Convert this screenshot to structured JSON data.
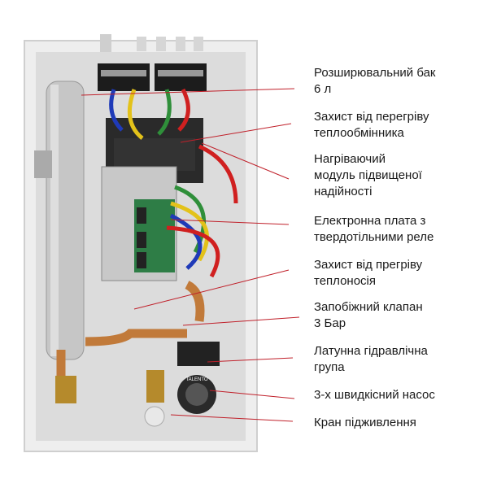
{
  "labels": [
    {
      "lines": [
        "Розширювальний бак",
        "6 л"
      ]
    },
    {
      "lines": [
        "Захист від перегріву",
        "теплообмінника"
      ]
    },
    {
      "lines": [
        "Нагріваючий",
        "модуль підвищеної",
        "надійності"
      ]
    },
    {
      "lines": [
        "Електронна плата з",
        "твердотільними реле"
      ]
    },
    {
      "lines": [
        "Захист від прегріву",
        "теплоносія"
      ]
    },
    {
      "lines": [
        "Запобіжний клапан",
        "3 Бар"
      ]
    },
    {
      "lines": [
        "Латунна гідравлічна",
        "група"
      ]
    },
    {
      "lines": [
        "3-х швидкісний насос"
      ]
    },
    {
      "lines": [
        "Кран підживлення"
      ]
    }
  ],
  "pump_brand": "TALENTO"
}
